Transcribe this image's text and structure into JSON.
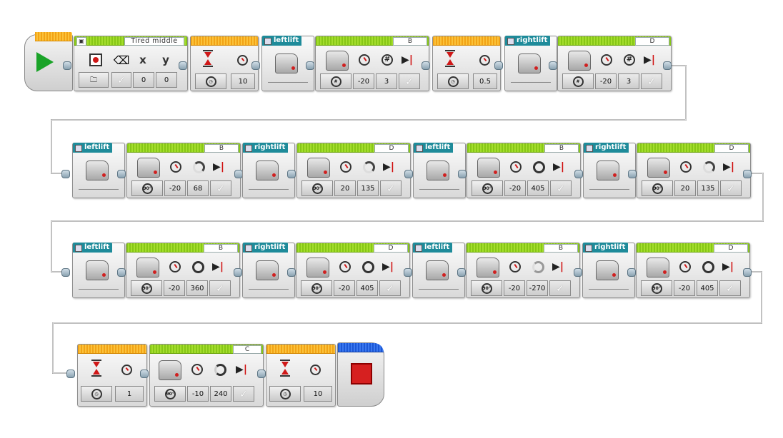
{
  "program": {
    "row1": {
      "display_label": "Tired middle",
      "display_x": "0",
      "display_y": "0",
      "wait1_value": "10",
      "tag_left": "leftlift",
      "motor_b_port": "B",
      "motor_b_speed": "-20",
      "motor_b_rot": "3",
      "wait2_value": "0.5",
      "tag_right": "rightlift",
      "motor_d_port": "D",
      "motor_d_speed": "-20",
      "motor_d_rot": "3"
    },
    "row2": {
      "tag1": "leftlift",
      "m1_port": "B",
      "m1_speed": "-20",
      "m1_deg": "68",
      "tag2": "rightlift",
      "m2_port": "D",
      "m2_speed": "20",
      "m2_deg": "135",
      "tag3": "leftlift",
      "m3_port": "B",
      "m3_speed": "-20",
      "m3_deg": "405",
      "tag4": "rightlift",
      "m4_port": "D",
      "m4_speed": "20",
      "m4_deg": "135"
    },
    "row3": {
      "tag1": "leftlift",
      "m1_port": "B",
      "m1_speed": "-20",
      "m1_deg": "360",
      "tag2": "rightlift",
      "m2_port": "D",
      "m2_speed": "-20",
      "m2_deg": "405",
      "tag3": "leftlift",
      "m3_port": "B",
      "m3_speed": "-20",
      "m3_deg": "-270",
      "tag4": "rightlift",
      "m4_port": "D",
      "m4_speed": "-20",
      "m4_deg": "405"
    },
    "row4": {
      "wait1_value": "1",
      "m_port": "C",
      "m_speed": "-10",
      "m_deg": "240",
      "wait2_value": "10"
    },
    "mode_rot": "#",
    "mode_deg": "90°"
  },
  "colors": {
    "flow": "#f2a316",
    "action": "#86c716",
    "sensor_tag": "#1e8b9a",
    "stop": "#d62020",
    "start": "#1aa328"
  }
}
